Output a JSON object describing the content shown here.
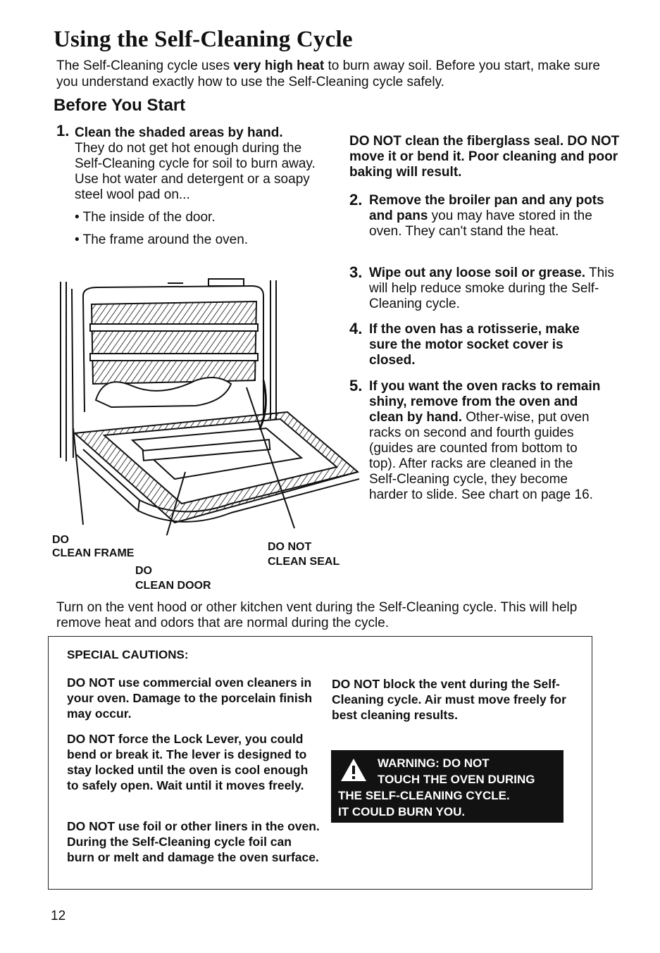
{
  "title": "Using the Self-Cleaning Cycle",
  "intro": {
    "pre": "The Self-Cleaning cycle uses ",
    "bold": "very high heat",
    "post": " to burn away soil. Before you start, make sure you understand exactly how to use the Self-Cleaning cycle safely."
  },
  "subtitle": "Before You Start",
  "steps": [
    {
      "num": "1.",
      "bold": "Clean the shaded areas by hand.",
      "text": "They do not get hot enough during the Self-Cleaning cycle for soil to burn away. Use hot water and detergent or a soapy steel wool pad on...",
      "bullets": [
        "• The inside of the door.",
        "• The frame around the oven."
      ]
    },
    {
      "num": "2.",
      "bold": "Remove the broiler pan and any pots and pans",
      "text": " you may have stored in the oven. They can't stand the heat."
    },
    {
      "num": "3.",
      "bold": "Wipe out any loose soil or grease.",
      "text": " This will help reduce smoke during the Self-Cleaning cycle."
    },
    {
      "num": "4.",
      "bold": "If the oven has a rotisserie, make sure the motor socket cover is closed.",
      "text": ""
    },
    {
      "num": "5.",
      "bold": "If you want the oven racks to remain shiny, remove from the oven and clean by hand.",
      "text": " Other-wise, put oven racks on second and fourth guides (guides are counted from bottom to top). After racks are cleaned in the Self-Cleaning cycle, they become harder to slide. See chart on page 16."
    }
  ],
  "fiberglass_note": "DO NOT clean the fiberglass seal. DO NOT move it or bend it. Poor cleaning and poor baking will result.",
  "diagram_labels": {
    "do1": "DO",
    "clean_frame": "CLEAN FRAME",
    "do2": "DO",
    "clean_door": "CLEAN DOOR",
    "do_not": "DO NOT",
    "clean_seal": "CLEAN SEAL"
  },
  "vent_note": "Turn on the vent hood or other kitchen vent during the Self-Cleaning cycle. This will help remove heat and odors that are normal during the cycle.",
  "cautions": {
    "title": "SPECIAL CAUTIONS:",
    "items": [
      "DO NOT use commercial oven cleaners in your oven. Damage to the porcelain finish may occur.",
      "DO NOT force the Lock Lever, you could bend or break it. The lever is designed to stay locked until the oven is cool enough to safely open. Wait until it moves freely.",
      "DO NOT use foil or other liners in the oven. During the Self-Cleaning cycle foil can burn or melt and damage the oven surface.",
      "DO NOT block the vent during the Self-Cleaning cycle. Air must move freely for best cleaning results."
    ],
    "warning": {
      "icon": "warning-triangle-icon",
      "line1": "WARNING: DO NOT",
      "line2": "TOUCH THE OVEN DURING",
      "line3": "THE SELF-CLEANING CYCLE.",
      "line4": "IT COULD BURN YOU."
    }
  },
  "page_number": "12",
  "colors": {
    "text": "#111111",
    "warning_bg": "#121212",
    "warning_text": "#ffffff"
  }
}
